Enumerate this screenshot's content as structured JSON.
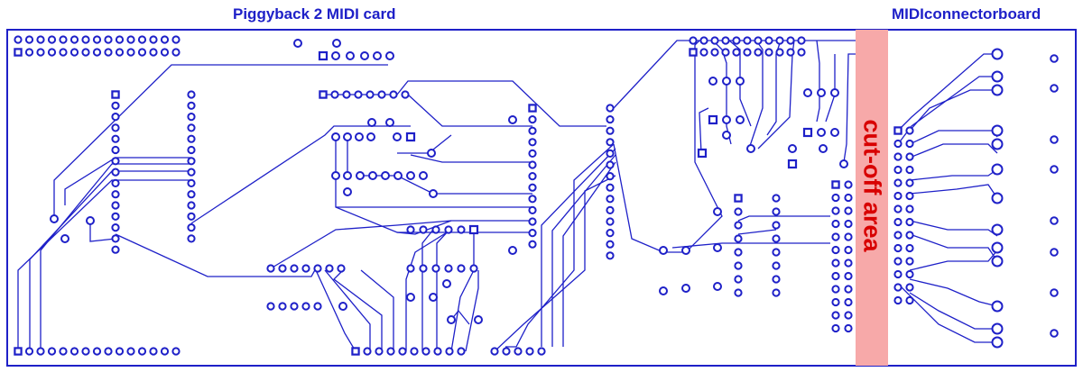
{
  "labels": {
    "main_board": "Piggyback 2 MIDI card",
    "connector_board": "MIDIconnectorboard",
    "cutoff": "cut-off area"
  },
  "colors": {
    "trace": "#1e20c8",
    "cutoff_fill": "#f7a9a9",
    "cutoff_text": "#d80000"
  }
}
